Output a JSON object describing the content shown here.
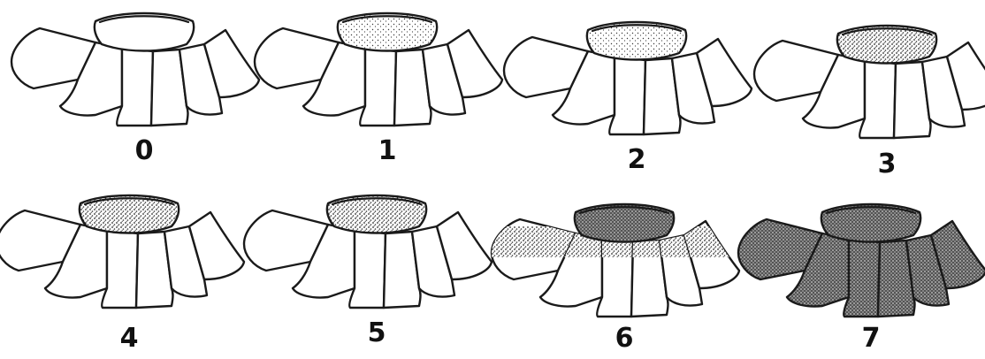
{
  "figure": {
    "stage_labels": [
      "0",
      "1",
      "2",
      "3",
      "4",
      "5",
      "6",
      "7"
    ],
    "shading": {
      "0": "none",
      "1": "collar-light",
      "2": "collar-upper",
      "3": "collar-dense",
      "4": "collar-full",
      "5": "collar-full",
      "6": "collar-and-petal-bases",
      "7": "collar-and-petals"
    },
    "colors": {
      "ink": "#1a1a1a",
      "stipple": "#2a2a2a",
      "background": "#ffffff"
    }
  }
}
